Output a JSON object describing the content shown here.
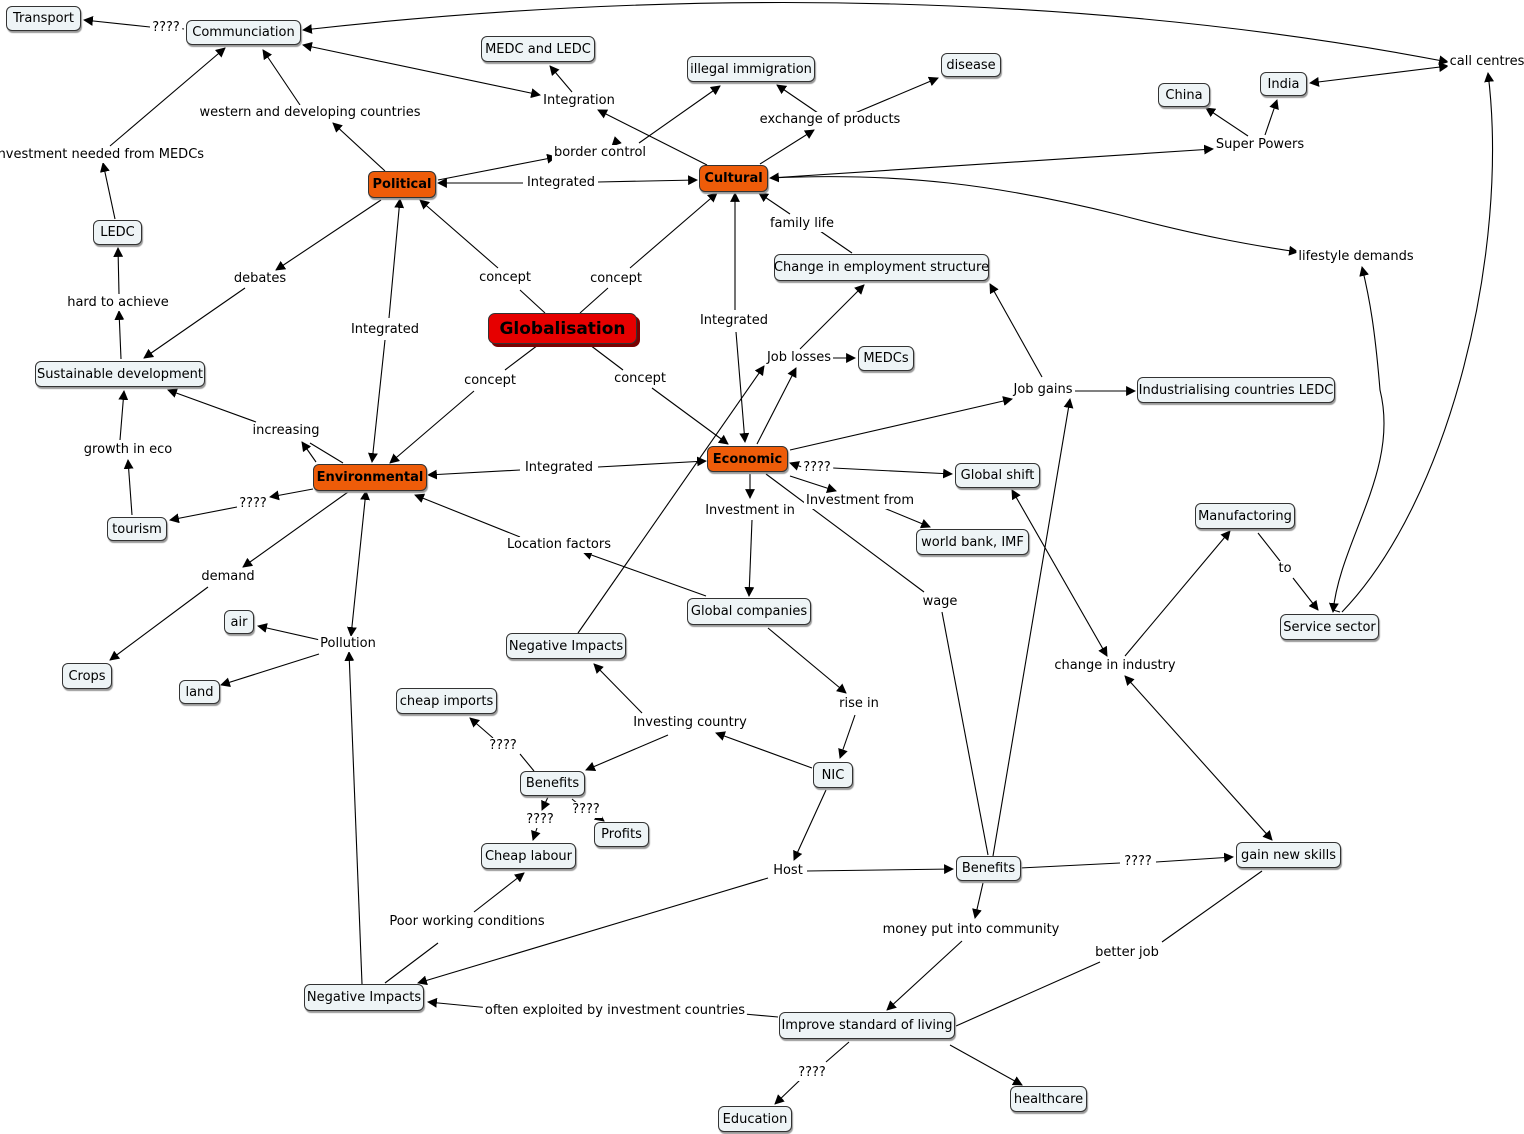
{
  "title": "Globalisation",
  "colors": {
    "main": "#e60000",
    "core": "#ee5c09",
    "concept": "#eef4f6",
    "line": "#000000"
  },
  "nodes": {
    "globalisation": "Globalisation",
    "political": "Political",
    "cultural": "Cultural",
    "environmental": "Environmental",
    "economic": "Economic",
    "transport": "Transport",
    "communication": "Communciation",
    "medc_ledc": "MEDC and LEDC",
    "illegal_immigration": "illegal immigration",
    "disease": "disease",
    "china": "China",
    "india": "India",
    "ledc": "LEDC",
    "sustainable_development": "Sustainable development",
    "tourism": "tourism",
    "crops": "Crops",
    "air": "air",
    "land": "land",
    "change_employment": "Change in employment structure",
    "medcs": "MEDCs",
    "industrialising": "Industrialising countries LEDC",
    "global_shift": "Global shift",
    "world_bank": "world bank, IMF",
    "manufactoring": "Manufactoring",
    "service_sector": "Service sector",
    "global_companies": "Global companies",
    "negative_impacts_1": "Negative Impacts",
    "cheap_imports": "cheap imports",
    "benefits_1": "Benefits",
    "profits": "Profits",
    "cheap_labour": "Cheap labour",
    "nic": "NIC",
    "benefits_2": "Benefits",
    "gain_new_skills": "gain new skills",
    "negative_impacts_2": "Negative Impacts",
    "improve_standard": "Improve standard of living",
    "education": "Education",
    "healthcare": "healthcare"
  },
  "labels": {
    "q_transport": "????",
    "call_centres": "call centres",
    "integration": "Integration",
    "western_developing": "western and developing countries",
    "investment_needed": "investment needed from MEDCs",
    "exchange_products": "exchange of products",
    "super_powers": "Super Powers",
    "border_control": "border control",
    "integrated_pc": "Integrated",
    "family_life": "family life",
    "lifestyle_demands": "lifestyle demands",
    "debates": "debates",
    "concept_p": "concept",
    "concept_c": "concept",
    "concept_env": "concept",
    "concept_eco": "concept",
    "hard_to_achieve": "hard to achieve",
    "integrated_pe": "Integrated",
    "integrated_ce": "Integrated",
    "job_losses": "Job losses",
    "job_gains": "Job gains",
    "increasing": "increasing",
    "growth_in_eco": "growth in eco",
    "integrated_ee": "Integrated",
    "q_global_shift": "????",
    "investment_from": "Investment from",
    "q_tourism": "????",
    "investment_in": "Investment in",
    "location_factors": "Location factors",
    "demand": "demand",
    "to": "to",
    "wage": "wage",
    "pollution": "Pollution",
    "change_in_industry": "change in industry",
    "rise_in": "rise in",
    "investing_country": "Investing country",
    "q_cheap_imports": "????",
    "q_profits": "????",
    "q_cheap_labour": "????",
    "q_gain_skills": "????",
    "host": "Host",
    "poor_working": "Poor working conditions",
    "money_community": "money put into community",
    "better_job": "better job",
    "often_exploited": "often exploited by investment countries",
    "q_education": "????"
  }
}
